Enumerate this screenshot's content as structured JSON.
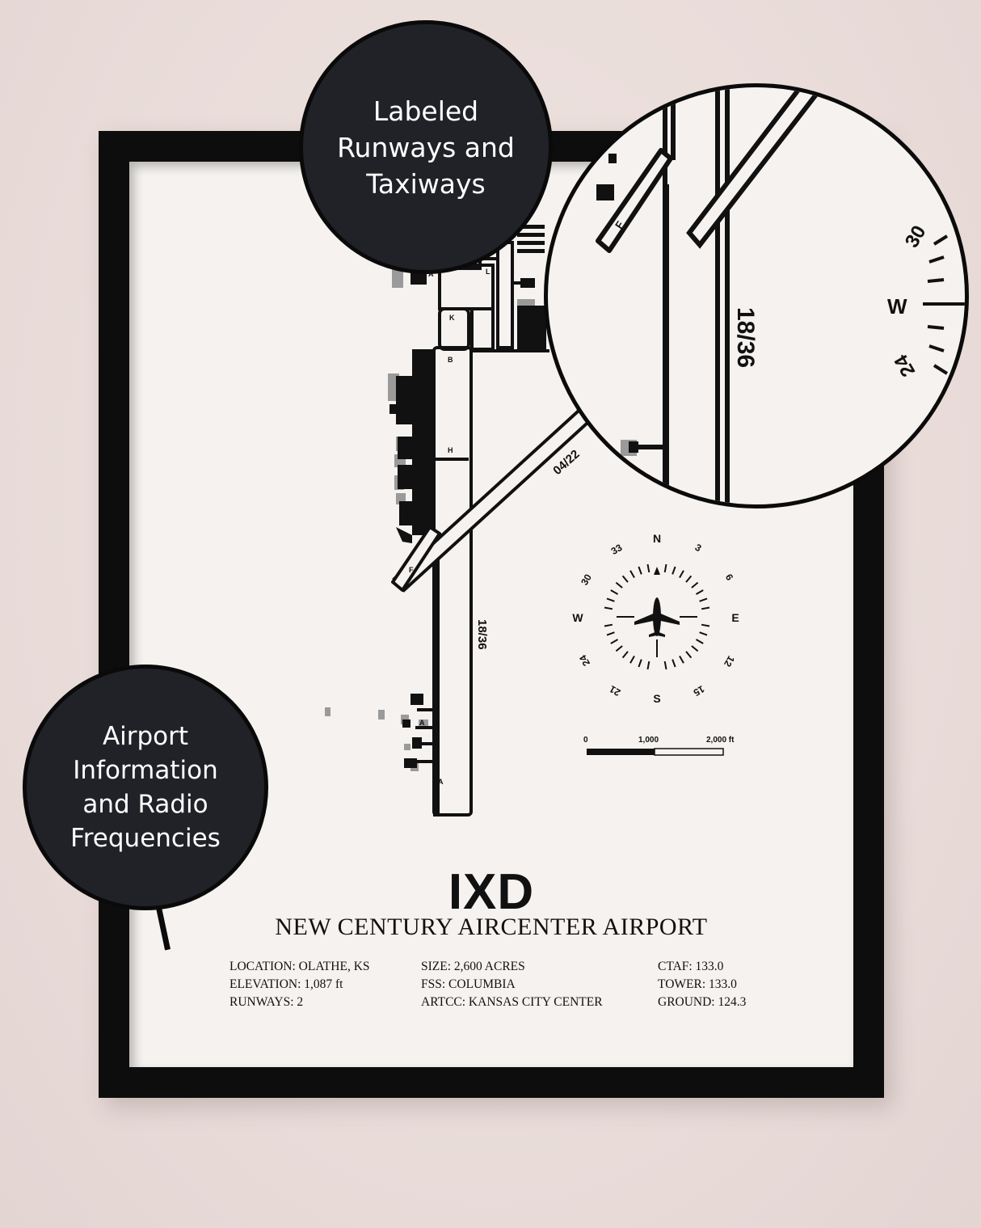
{
  "airport": {
    "code": "IXD",
    "name": "NEW CENTURY AIRCENTER AIRPORT"
  },
  "info": {
    "location": "LOCATION: OLATHE, KS",
    "elevation": "ELEVATION: 1,087 ft",
    "runways": "RUNWAYS: 2",
    "size": "SIZE: 2,600 ACRES",
    "fss": "FSS: COLUMBIA",
    "artcc": "ARTCC: KANSAS CITY CENTER",
    "ctaf": "CTAF: 133.0",
    "tower": "TOWER: 133.0",
    "ground": "GROUND: 124.3"
  },
  "map": {
    "runway_1": "18/36",
    "runway_2": "04/22",
    "taxiways": {
      "a1": "A",
      "l": "L",
      "k": "K",
      "b": "B",
      "h": "H",
      "f": "F",
      "a2": "A",
      "a3": "A"
    },
    "compass": {
      "n": "N",
      "e": "E",
      "s": "S",
      "w": "W",
      "d3": "3",
      "d6": "6",
      "d12": "12",
      "d15": "15",
      "d21": "21",
      "d24": "24",
      "d30": "30",
      "d33": "33"
    },
    "scale": {
      "zero": "0",
      "mid": "1,000",
      "end": "2,000 ft"
    }
  },
  "callouts": {
    "top": [
      "Labeled",
      "Runways and",
      "Taxiways"
    ],
    "left": [
      "Airport",
      "Information",
      "and Radio",
      "Frequencies"
    ]
  },
  "zoom": {
    "runway": "18/36",
    "taxiway": "F",
    "w": "W",
    "d30": "30",
    "d24": "24"
  }
}
